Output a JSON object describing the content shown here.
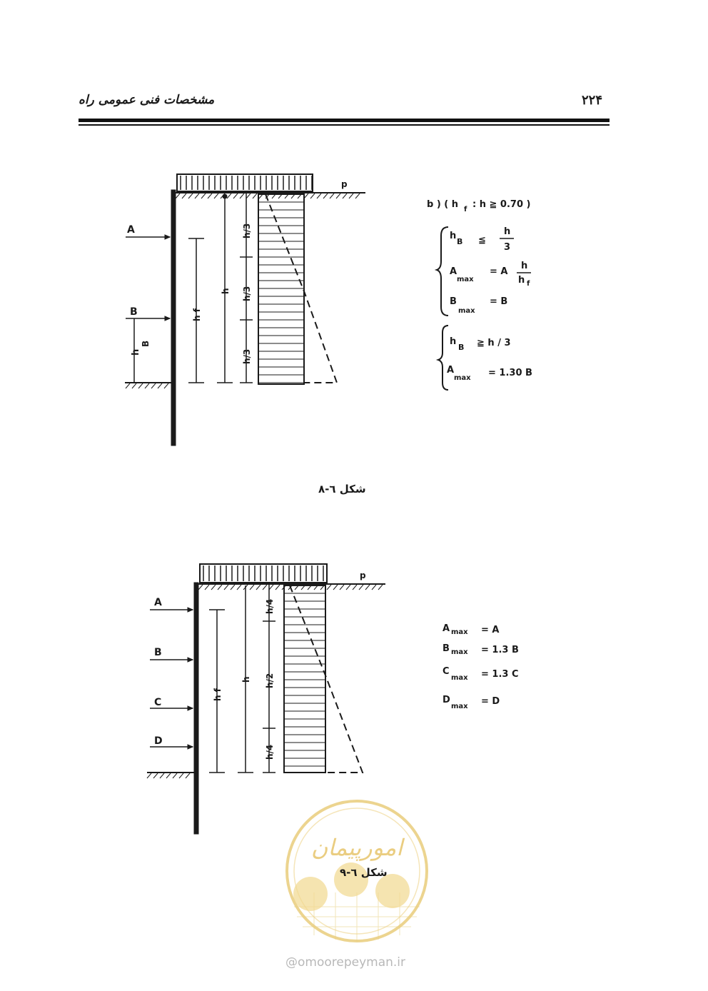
{
  "header": {
    "title": "مشخصات فنی عمومی راه",
    "page_number": "۲۲۴"
  },
  "figure_8": {
    "caption": "شکل ٦-٨",
    "load_label": "p",
    "anchors": [
      "A",
      "B"
    ],
    "hB_label": "h",
    "hB_sub": "B",
    "hf_label": "h f",
    "h_label": "h",
    "segments": [
      "h/3",
      "h/3",
      "h/3"
    ],
    "cond_b": "b ) ( h",
    "cond_b_sub": "f",
    "cond_b_rest": ": h  ≧  0.70 )",
    "eq1_lhs": "h",
    "eq1_sub": "B",
    "eq1_op": "≦",
    "eq1_num": "h",
    "eq1_den": "3",
    "eq2_lhs": "A",
    "eq2_sub": "max",
    "eq2_mid": "= A",
    "eq2_num": "h",
    "eq2_den": "h",
    "eq2_den_sub": "f",
    "eq3_lhs": "B",
    "eq3_sub": "max",
    "eq3_rhs": "= B",
    "eq4_lhs": "h",
    "eq4_sub": "B",
    "eq4_rhs": "≧  h / 3",
    "eq5_lhs": "A",
    "eq5_sub": "max",
    "eq5_rhs": "= 1.30 B"
  },
  "figure_9": {
    "caption": "شکل ٦-٩",
    "load_label": "p",
    "anchors": [
      "A",
      "B",
      "C",
      "D"
    ],
    "hf_label": "h f",
    "h_label": "h",
    "segments": [
      "h/4",
      "h/2",
      "h/4"
    ],
    "eq1_lhs": "A",
    "eq1_sub": "max",
    "eq1_rhs": "= A",
    "eq2_lhs": "B",
    "eq2_sub": "max",
    "eq2_rhs": "= 1.3 B",
    "eq3_lhs": "C",
    "eq3_sub": "max",
    "eq3_rhs": "= 1.3 C",
    "eq4_lhs": "D",
    "eq4_sub": "max",
    "eq4_rhs": "= D"
  },
  "watermark": {
    "logo_text": "امورپیمان",
    "url": "@omoorepeyman.ir"
  }
}
